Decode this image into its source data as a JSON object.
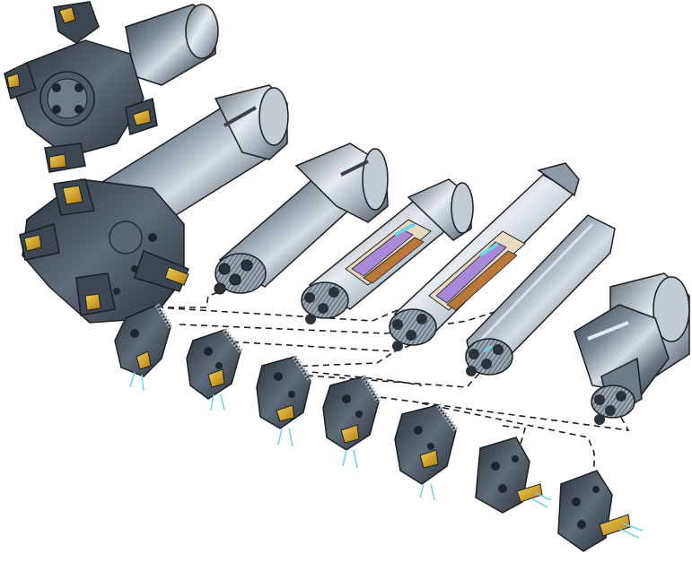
{
  "palette": {
    "steel_dark": "#3a4450",
    "steel_mid": "#6f7d8b",
    "steel_light": "#c9d2da",
    "highlight": "#eef3f7",
    "insert_gold": "#d9a21b",
    "coolant_cyan": "#6fd3e6",
    "cutaway_purple": "#a98ad8",
    "cutaway_copper": "#b9783a",
    "outline": "#1b1f24",
    "dash_line": "#1b1f24"
  },
  "components": {
    "holders": [
      "multi-insert-tool-head",
      "tool-head-with-long-adapter",
      "modular-boring-bar-large",
      "cutaway-boring-bar-medium",
      "cutaway-boring-bar-slim",
      "hexagonal-boring-bar",
      "short-coupling-adapter"
    ],
    "cutting_heads": [
      "cutting-head-1",
      "cutting-head-2",
      "cutting-head-3",
      "cutting-head-4",
      "cutting-head-5",
      "grooving-head-1",
      "grooving-head-2"
    ]
  }
}
